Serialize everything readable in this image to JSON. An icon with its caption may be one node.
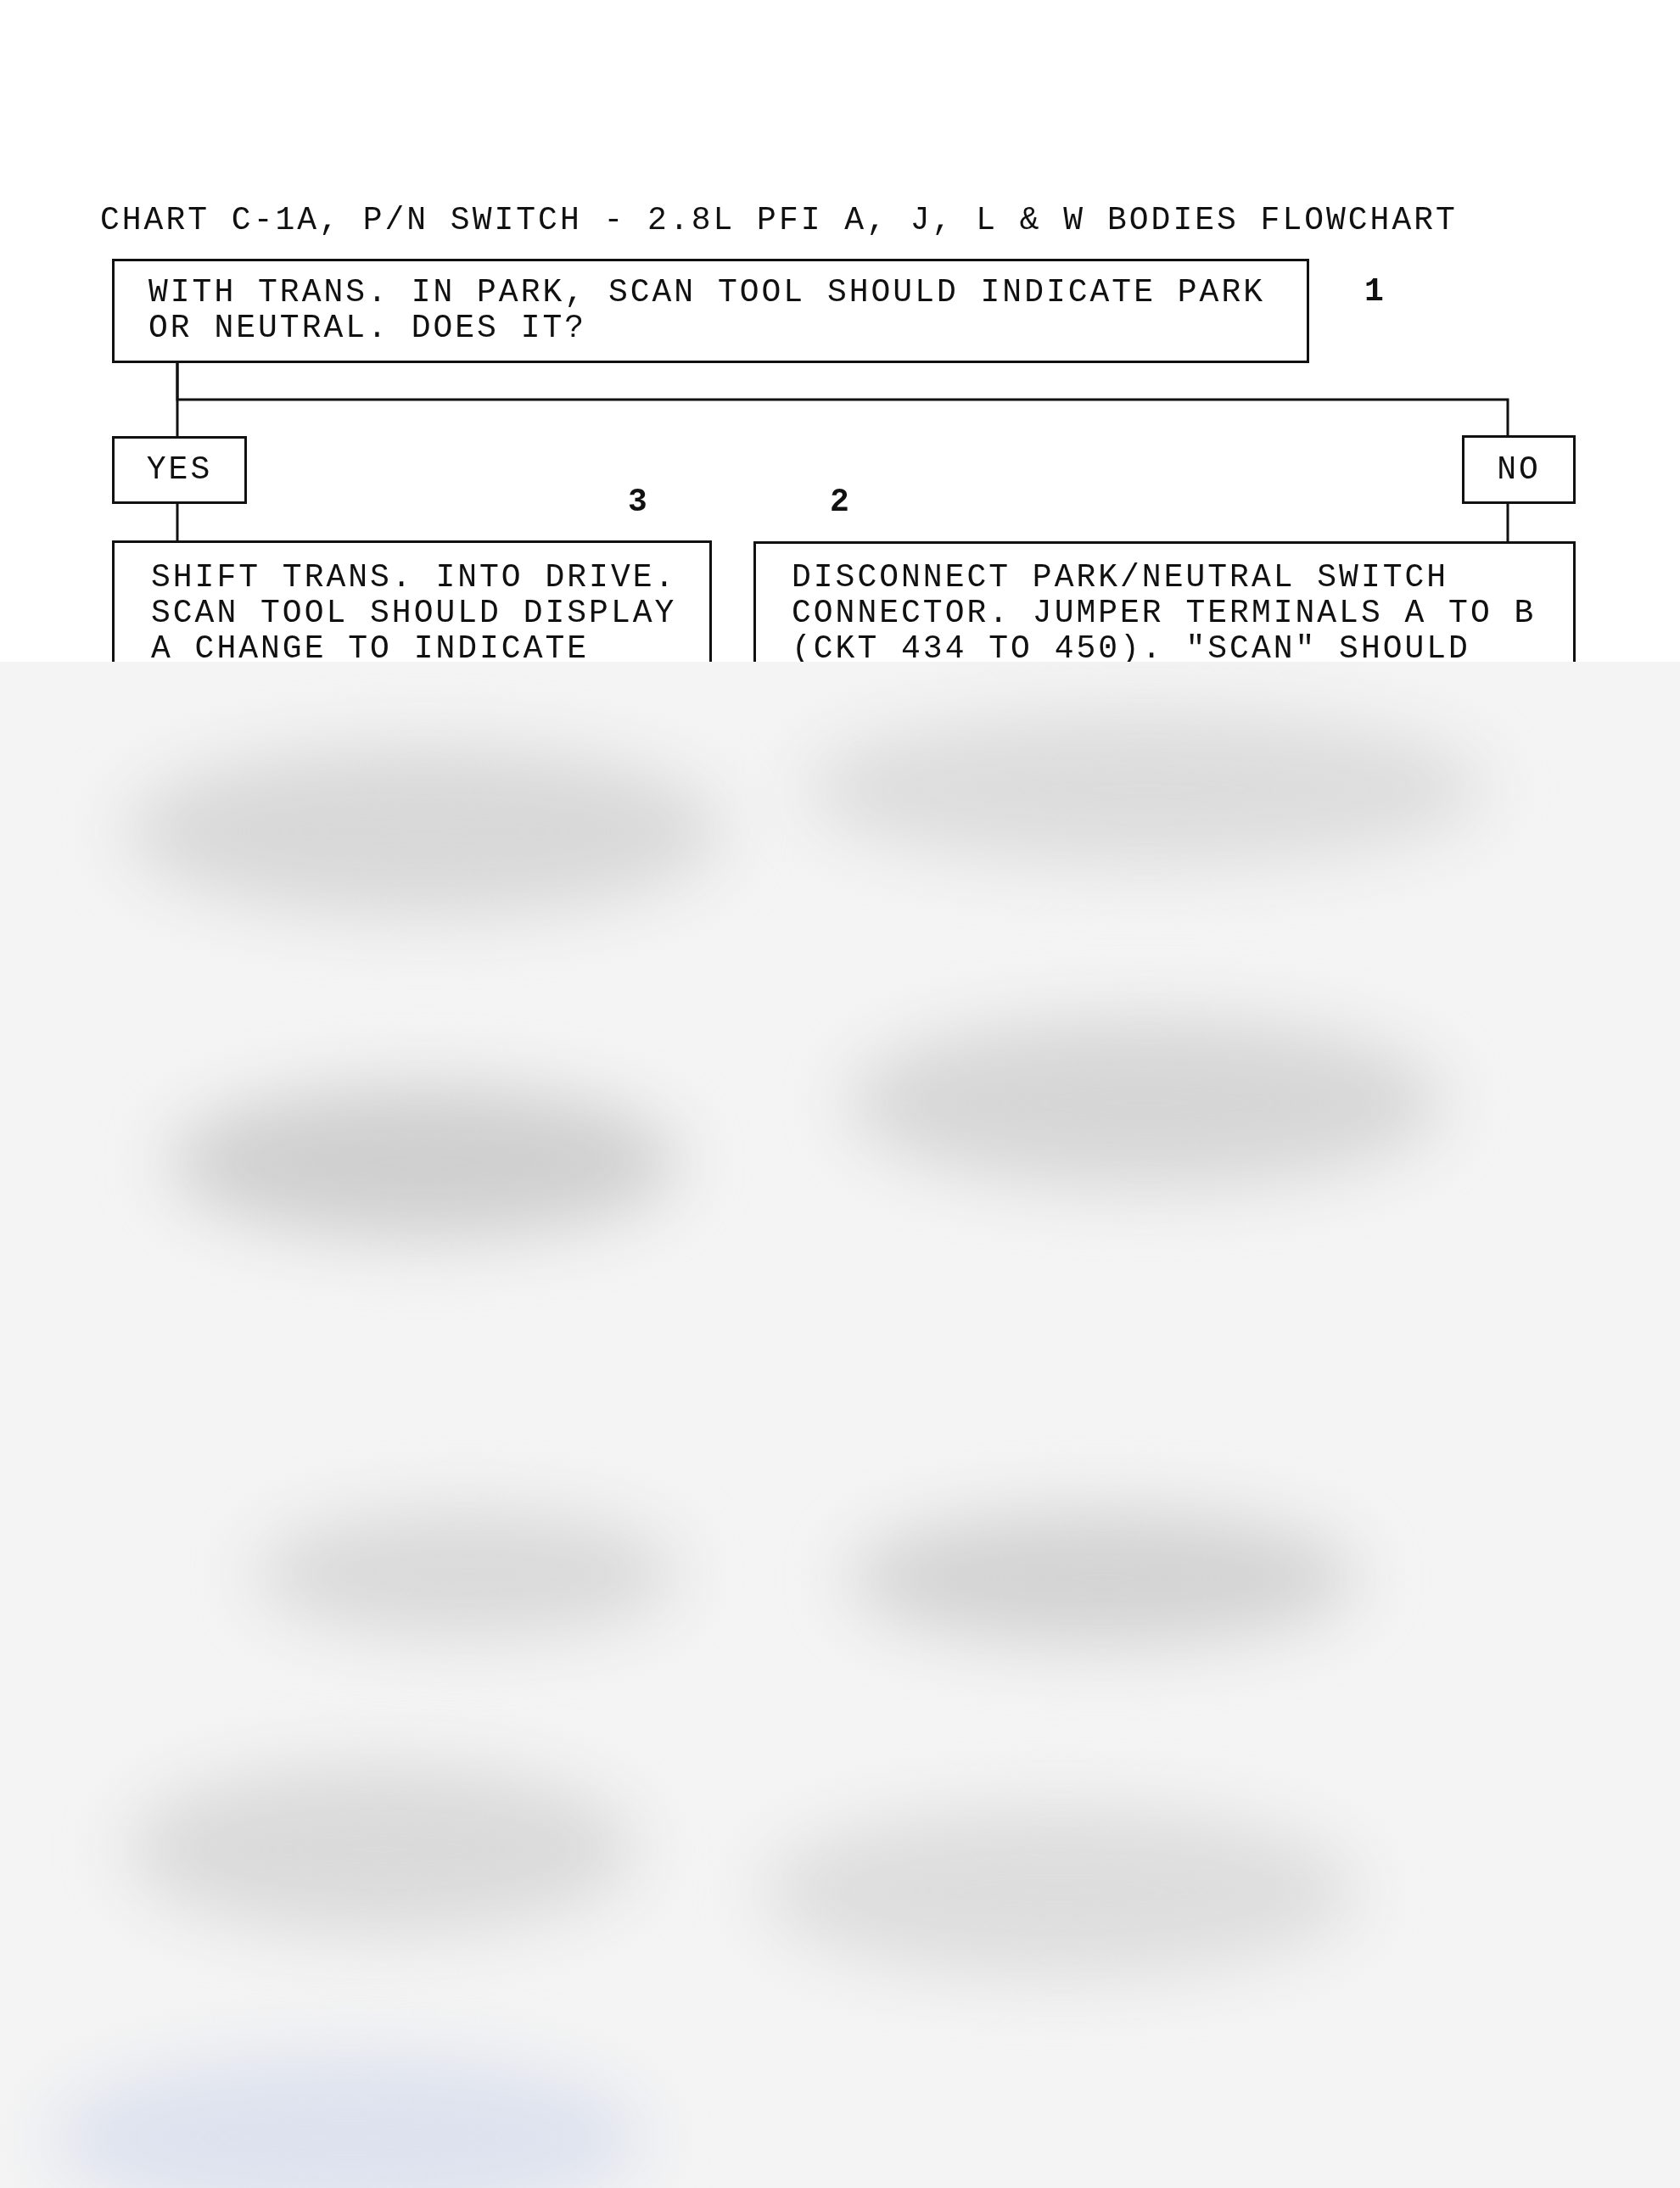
{
  "diagram": {
    "title": "CHART C-1A, P/N SWITCH - 2.8L PFI A, J, L & W BODIES FLOWCHART",
    "nodes": [
      {
        "text": [
          "WITH TRANS. IN PARK, SCAN TOOL SHOULD INDICATE PARK OR NEUTRAL. DOES IT?"
        ],
        "beside": [
          "1"
        ]
      },
      {
        "text": [
          "YES"
        ]
      },
      {
        "text": [
          "NO"
        ]
      },
      {
        "text": [
          "SHIFT TRANS. INTO DRIVE. SCAN TOOL SHOULD DISPLAY A CHANGE TO INDICATE"
        ],
        "beside": [
          "3"
        ]
      },
      {
        "text": [
          "DISCONNECT PARK/NEUTRAL SWITCH CONNECTOR. JUMPER TERMINALS A TO B (CKT 434 TO 450). \"SCAN\" SHOULD"
        ],
        "beside": [
          "2"
        ]
      }
    ],
    "edges": [
      {
        "from": 0,
        "to": 1,
        "arrow": "none"
      },
      {
        "from": 0,
        "to": 2,
        "arrow": "none"
      },
      {
        "from": 1,
        "to": 3,
        "arrow": "none"
      },
      {
        "from": 2,
        "to": 4,
        "arrow": "none"
      }
    ]
  }
}
